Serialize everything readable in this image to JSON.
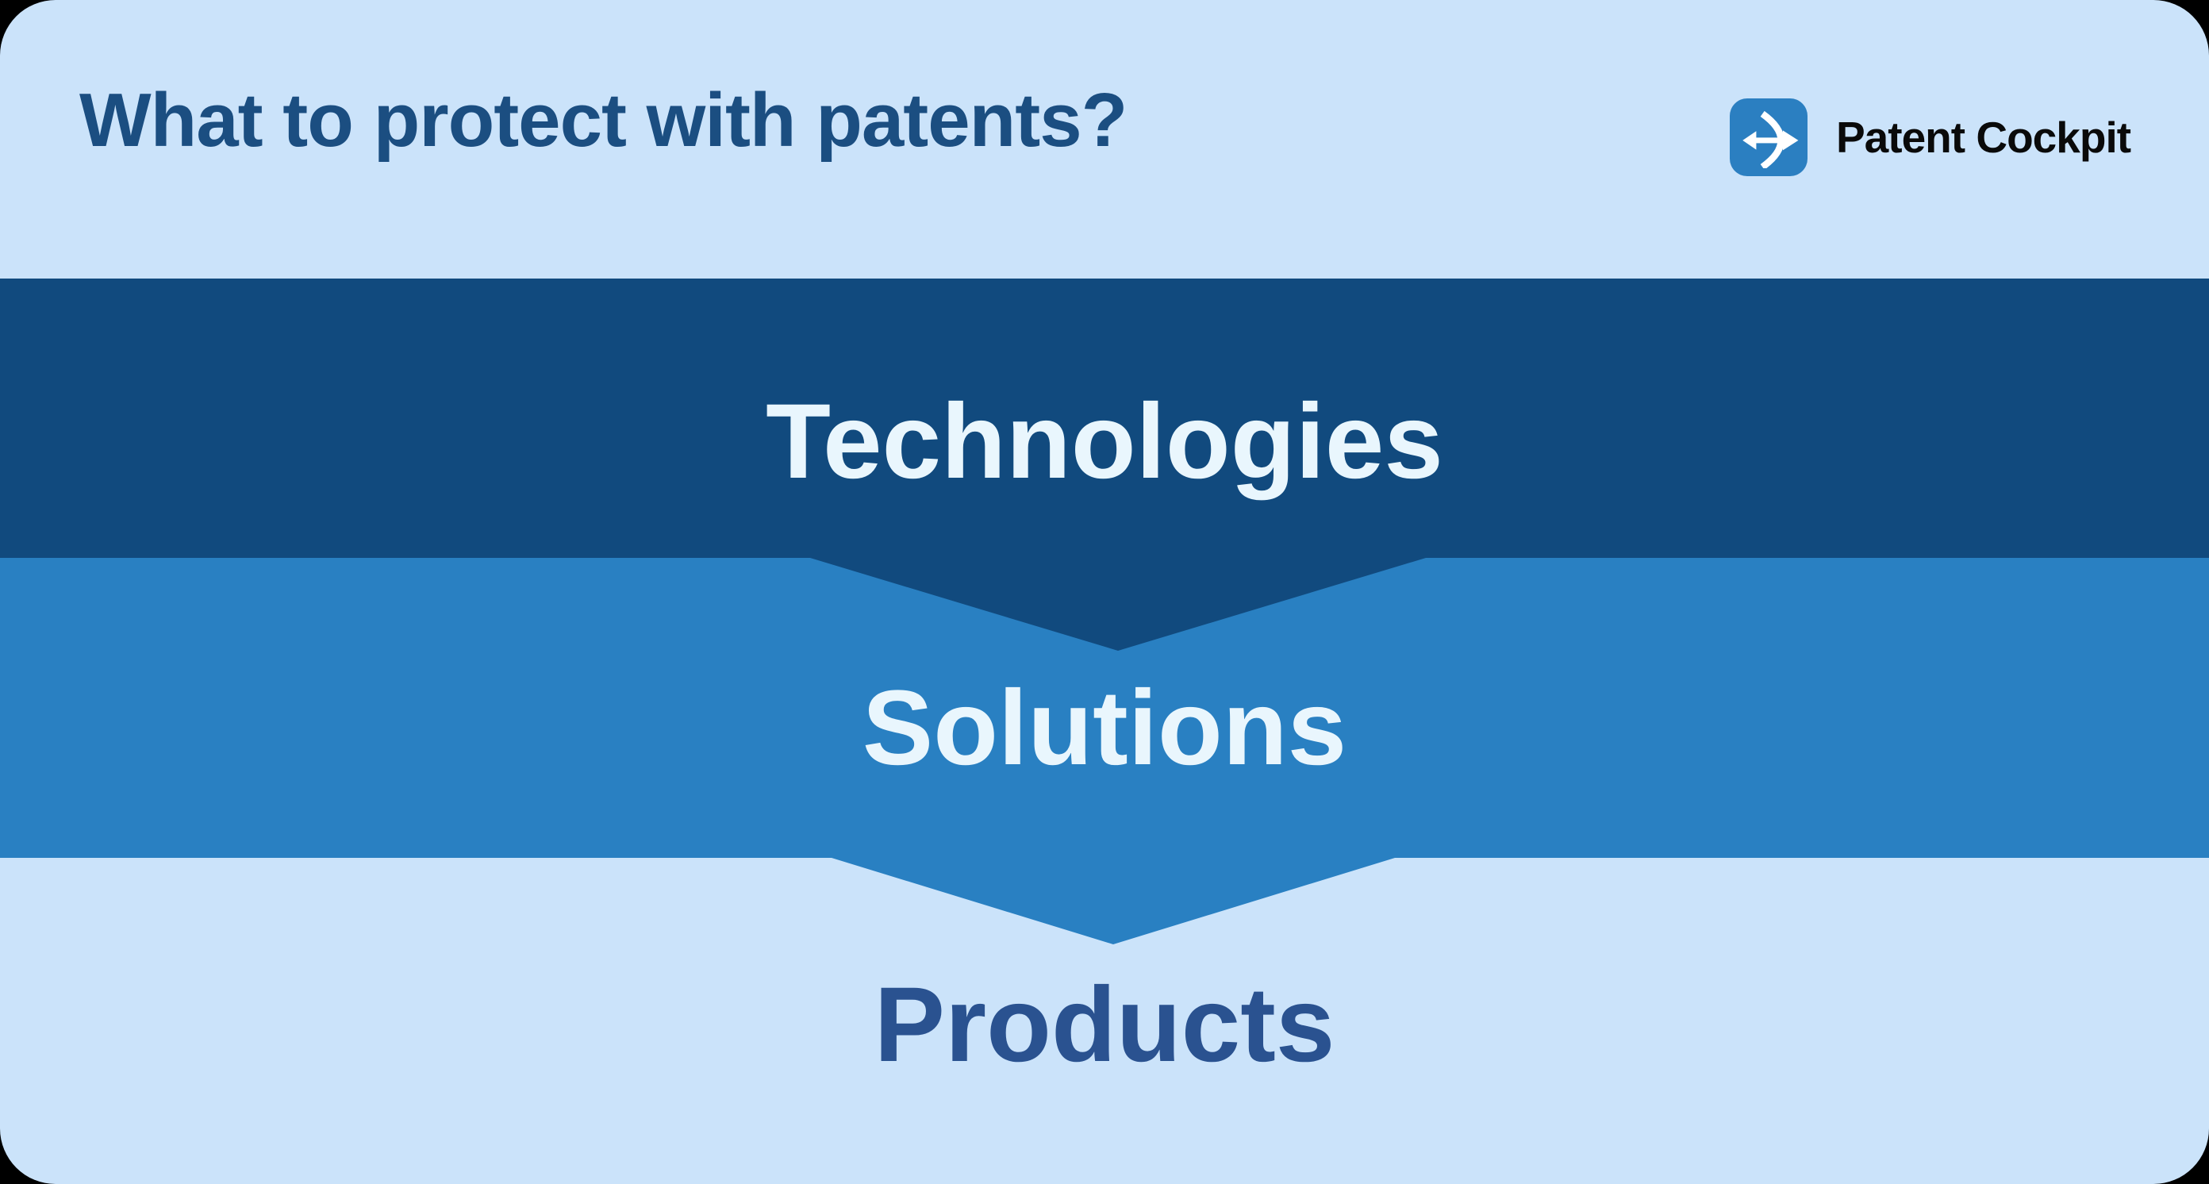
{
  "header": {
    "title": "What to protect with patents?",
    "brand": "Patent Cockpit",
    "logo_icon": "bow-arrow-icon"
  },
  "funnel": {
    "type": "chevron-funnel",
    "direction": "top-down",
    "levels": [
      {
        "label": "Technologies",
        "band_color": "#114a7e",
        "text_color": "#e9f6fd"
      },
      {
        "label": "Solutions",
        "band_color": "#2980c2",
        "text_color": "#e9f6fd"
      },
      {
        "label": "Products",
        "band_color": "#cbe3fa",
        "text_color": "#2a5290"
      }
    ]
  },
  "colors": {
    "card_background": "#cbe3fa",
    "outside_background": "#000000",
    "title_text": "#1b4e81",
    "logo_badge": "#2b7fc1",
    "brand_text": "#0a0a0a",
    "band_dark": "#114a7e",
    "band_medium": "#2980c2",
    "band_label_light": "#e9f6fd",
    "products_text": "#2a5290"
  }
}
